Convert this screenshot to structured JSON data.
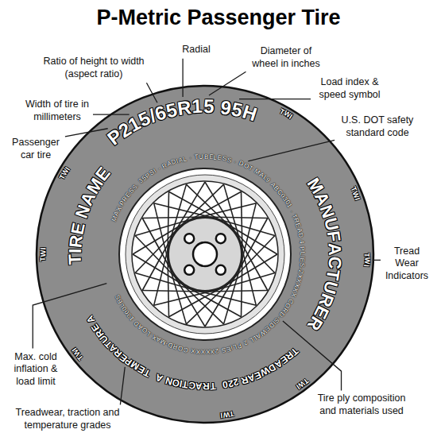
{
  "diagram": {
    "title": "P-Metric Passenger Tire",
    "labels": [
      "Ratio of height to width (aspect ratio)",
      "Radial",
      "Diameter of wheel in inches",
      "Width of tire in millimeters",
      "Load index & speed symbol",
      "Passenger car tire",
      "U.S. DOT safety standard code",
      "P215/65R15 95H",
      "MAX.PRESS. 35PSI · RADIAL · TUBELESS · DOT MAL9 ABC0301 · TREAD 4 PLIES-2XXXXX CORD-SIDEWALL 2 PLIES 2XXXXX CORD-MAX.LOAD 1300LBS",
      "TIRE NAME",
      "MANUFACTURER",
      "Tread Wear Indicators",
      "Max. cold inflation & load limit",
      "TREADWEAR 220",
      "TRACTION A",
      "TEMPERATURE A",
      "Tire ply composition and materials used",
      "Treadwear, traction and temperature grades",
      "TWI",
      "TWI",
      "TWI",
      "TWI",
      "TWI",
      "TWI",
      "TWI",
      "TWI"
    ]
  }
}
